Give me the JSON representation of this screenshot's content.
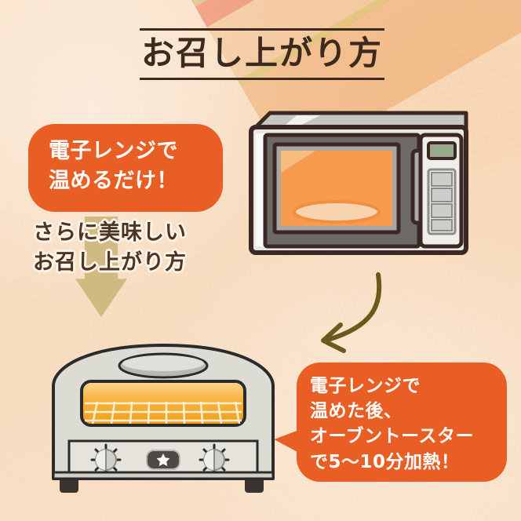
{
  "page": {
    "background_color": "#f7dcc1",
    "accent_orange": "#e85e24",
    "text_dark_brown": "#3c2a1e",
    "arrow_khaki": "#cfb77e"
  },
  "header": {
    "title": "お召し上がり方",
    "rule_color": "#3c2a1e"
  },
  "decorative_bands": [
    {
      "name": "band-olive",
      "color": "#c9b463"
    },
    {
      "name": "band-coral",
      "color": "#f2795f"
    },
    {
      "name": "band-green",
      "color": "#c4d98a"
    },
    {
      "name": "band-orange",
      "color": "#f0a049"
    },
    {
      "name": "band-peach",
      "color": "#f6cda0"
    }
  ],
  "steps": {
    "microwave": {
      "bubble_text": "電子レンジで\n温めるだけ！",
      "bubble_color": "#e85e24",
      "bubble_text_color": "#ffffff",
      "appliance": "microwave-oven"
    },
    "subheading": {
      "text": "さらに美味しい\nお召し上がり方",
      "text_color": "#4a3526",
      "outline_color": "#fdf3e6",
      "arrow": "down-arrow"
    },
    "toaster": {
      "bubble_text": "電子レンジで\n温めた後、\nオーブントースター\nで5〜10分加熱！",
      "bubble_color": "#e85e24",
      "bubble_text_color": "#ffffff",
      "appliance": "oven-toaster",
      "connector": "curved-arrow"
    }
  },
  "microwave_illustration": {
    "body_color": "#e9e7e2",
    "outline_color": "#3b2723",
    "door_frame_color": "#6e6a68",
    "interior_color": "#f79b4e",
    "turntable_color": "#f8d3b0",
    "display_color": "#9aa98c",
    "button_color": "#cdcdcb",
    "button_count": 4
  },
  "toaster_illustration": {
    "body_color": "#dcdcd4",
    "outline_color": "#2b2b2b",
    "vent_color": "#b8b8b4",
    "window_color_top": "#fbc86a",
    "window_color_bottom": "#f5a01f",
    "rack_line_color": "#f5efdc",
    "knob_color": "#cfcfcb",
    "knob_count": 2,
    "badge_color": "#4d4a46",
    "badge_icon": "star",
    "foot_color": "#3a332e"
  }
}
